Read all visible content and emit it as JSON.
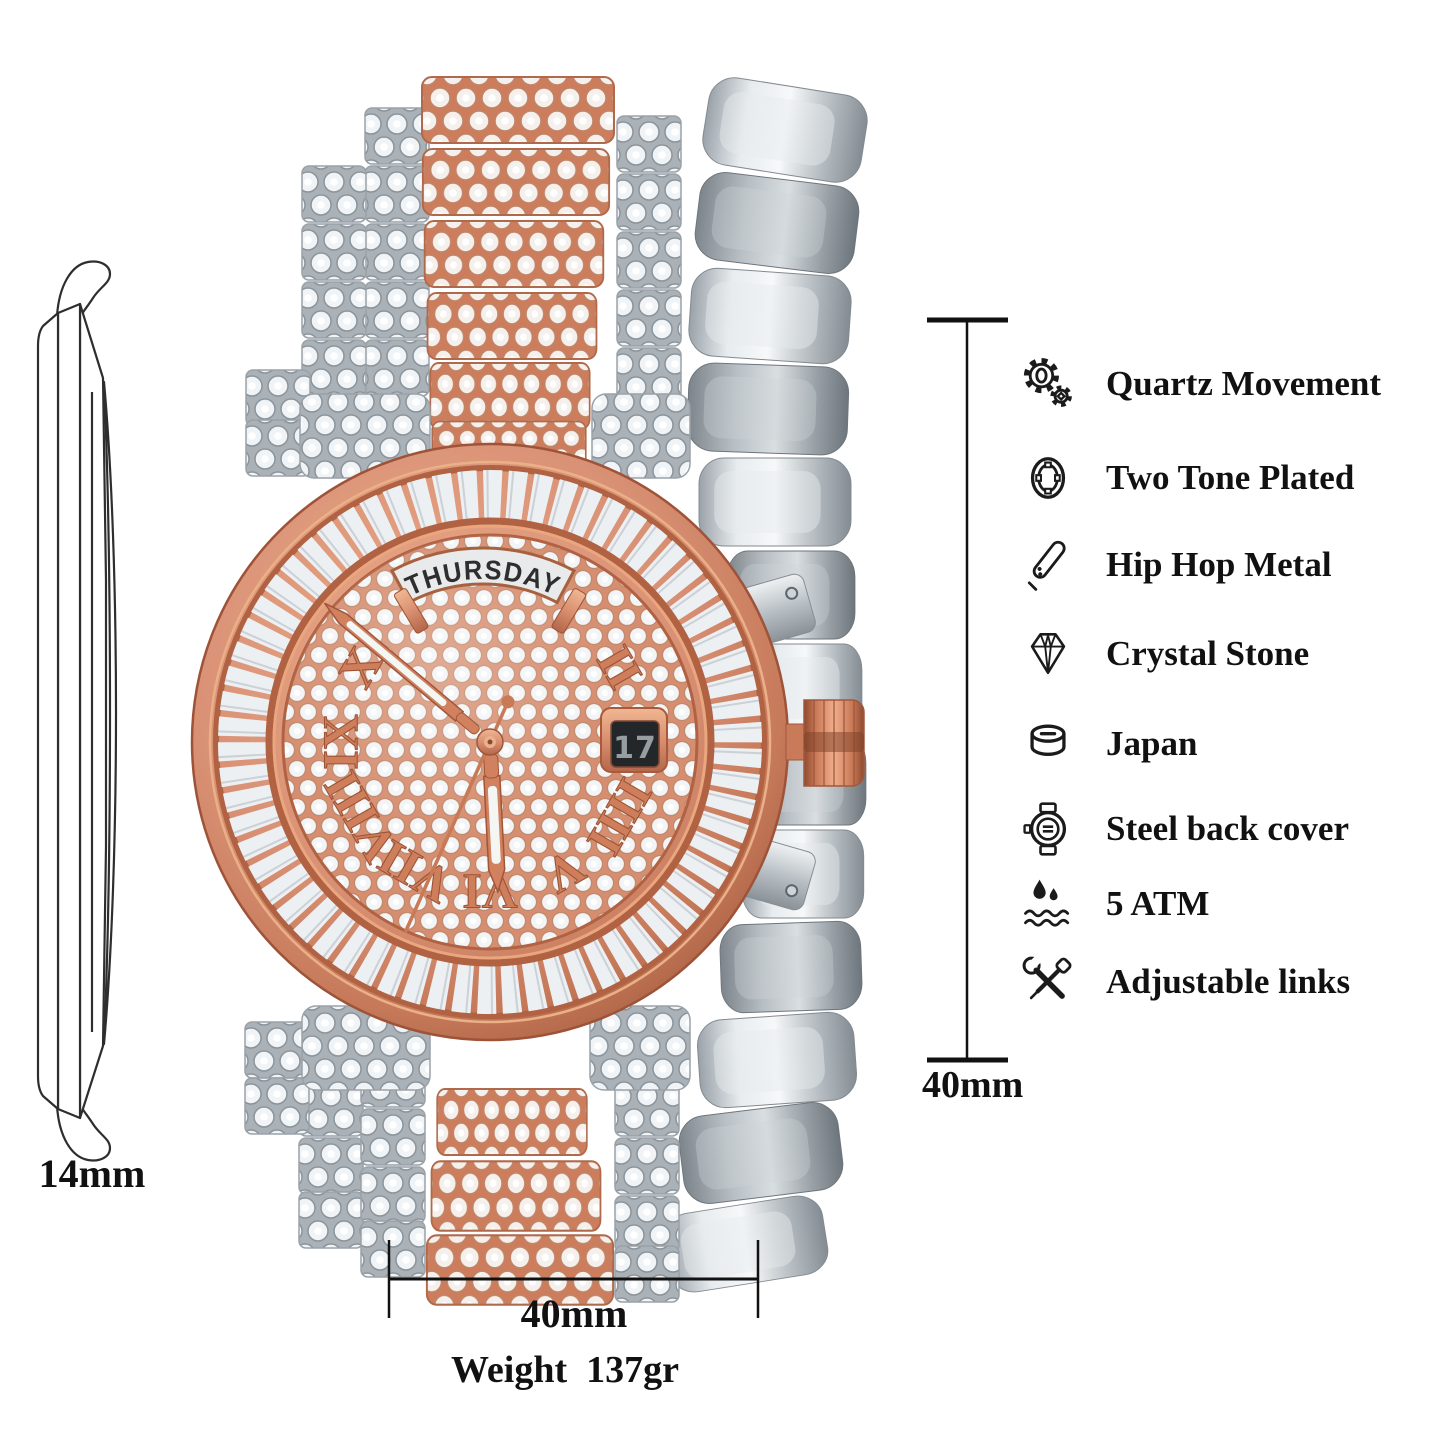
{
  "side_profile": {
    "thickness_label": "14mm"
  },
  "dimensions": {
    "height_line_label": "40mm",
    "width_line_label": "40mm",
    "weight_label": "Weight  137gr"
  },
  "watch": {
    "day_window": "THURSDAY",
    "date_window": "17",
    "numerals": {
      "n2": "II",
      "n4": "IIII",
      "n5": "V",
      "n6": "VI",
      "n7": "VII",
      "n8": "VIII",
      "n9": "IX",
      "n10": "X"
    }
  },
  "features": [
    {
      "icon": "gears-icon",
      "label": "Quartz Movement"
    },
    {
      "icon": "watch-bezel-icon",
      "label": "Two Tone Plated"
    },
    {
      "icon": "marker-pen-icon",
      "label": "Hip Hop Metal"
    },
    {
      "icon": "diamond-icon",
      "label": "Crystal Stone"
    },
    {
      "icon": "battery-cell-icon",
      "label": "Japan"
    },
    {
      "icon": "watch-caseback-icon",
      "label": "Steel back cover"
    },
    {
      "icon": "water-drops-icon",
      "label": "5 ATM"
    },
    {
      "icon": "wrench-screwdriver-icon",
      "label": "Adjustable links"
    }
  ],
  "colors": {
    "rose_gold": "#d98f70",
    "rose_gold_deep": "#a95c40",
    "silver": "#c6ccd0",
    "silver_deep": "#7f878e",
    "crystal_white": "#f2f5f7",
    "dial_base": "#d78e70",
    "date_background": "#24272a",
    "text_black": "#111111"
  }
}
